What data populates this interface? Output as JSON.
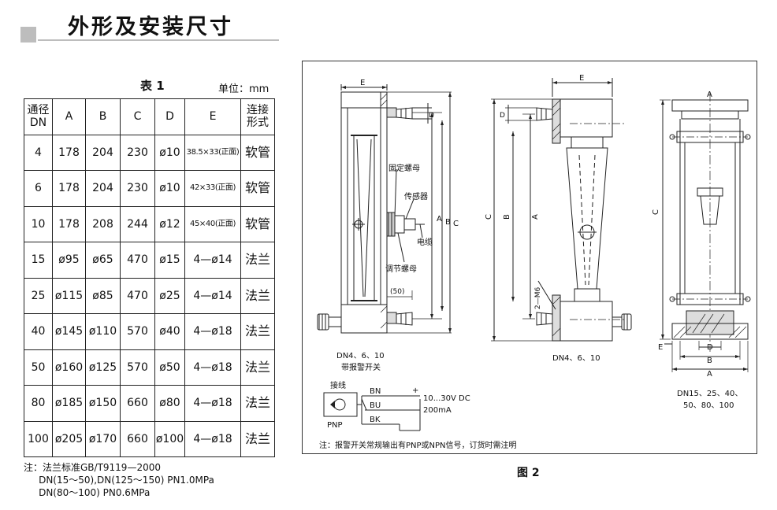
{
  "header": {
    "title": "外形及安装尺寸"
  },
  "table": {
    "title": "表 1",
    "unit": "单位：mm",
    "headers": [
      "通径\nDN",
      "A",
      "B",
      "C",
      "D",
      "E",
      "连接\n形式"
    ],
    "rows": [
      [
        "4",
        "178",
        "204",
        "230",
        "ø10",
        "38.5×33(正面)",
        "软管"
      ],
      [
        "6",
        "178",
        "204",
        "230",
        "ø10",
        "42×33(正面)",
        "软管"
      ],
      [
        "10",
        "178",
        "208",
        "244",
        "ø12",
        "45×40(正面)",
        "软管"
      ],
      [
        "15",
        "ø95",
        "ø65",
        "470",
        "ø15",
        "4—ø14",
        "法兰"
      ],
      [
        "25",
        "ø115",
        "ø85",
        "470",
        "ø25",
        "4—ø14",
        "法兰"
      ],
      [
        "40",
        "ø145",
        "ø110",
        "570",
        "ø40",
        "4—ø18",
        "法兰"
      ],
      [
        "50",
        "ø160",
        "ø125",
        "570",
        "ø50",
        "4—ø18",
        "法兰"
      ],
      [
        "80",
        "ø185",
        "ø150",
        "660",
        "ø80",
        "4—ø18",
        "法兰"
      ],
      [
        "100",
        "ø205",
        "ø170",
        "660",
        "ø100",
        "4—ø18",
        "法兰"
      ]
    ]
  },
  "note": {
    "line1": "注：法兰标准GB/T9119—2000",
    "line2": "     DN(15～50),DN(125～150) PN1.0MPa",
    "line3": "     DN(80～100) PN0.6MPa"
  },
  "figure": {
    "caption": "图 2",
    "dims": {
      "a": "A",
      "b": "B",
      "c": "C",
      "d": "D",
      "e": "E",
      "m6": "2—M6",
      "fifty": "(50)"
    },
    "labels": {
      "fixed_nut": "固定螺母",
      "sensor": "传感器",
      "cable": "电缆",
      "adjust_nut": "调节螺母",
      "left_caption1": "DN4、6、10",
      "left_caption2": "带报警开关",
      "mid_caption": "DN4、6、10",
      "right_caption1": "DN15、25、40、",
      "right_caption2": "50、80、100"
    },
    "wiring": {
      "title": "接线",
      "bn": "BN",
      "bu": "BU",
      "bk": "BK",
      "plus": "+",
      "voltage": "10...30V DC",
      "current": "200mA",
      "pnp": "PNP"
    },
    "note": "注：报警开关常规输出有PNP或NPN信号，订货时需注明"
  }
}
